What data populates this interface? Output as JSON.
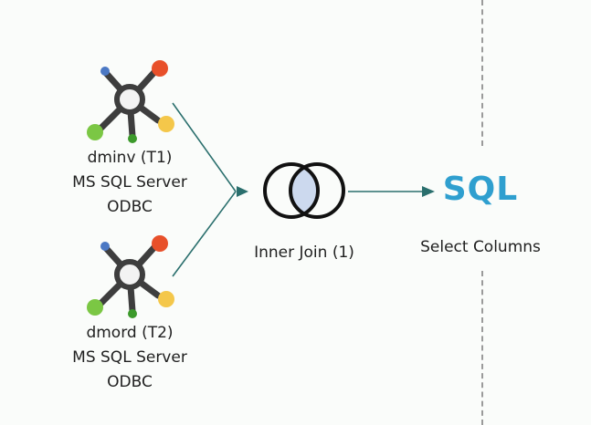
{
  "sources": [
    {
      "name": "dminv (T1)",
      "driver": "MS SQL Server",
      "type": "ODBC"
    },
    {
      "name": "dmord (T2)",
      "driver": "MS SQL Server",
      "type": "ODBC"
    }
  ],
  "join": {
    "label": "Inner Join (1)"
  },
  "output": {
    "icon_text": "SQL",
    "label": "Select Columns"
  },
  "colors": {
    "connector": "#2a6f6d",
    "sql_text": "#2f9fcf",
    "join_fill": "#ccd9ee",
    "node_orange": "#e8502a",
    "node_yellow": "#f4c74a",
    "node_green": "#7bc744",
    "node_dark_green": "#3c9a2b",
    "node_blue": "#4b78c4",
    "hub_gray": "#3e3e3e"
  },
  "icons": {
    "source": "database-node-icon",
    "join": "inner-join-icon",
    "output": "sql-icon"
  }
}
